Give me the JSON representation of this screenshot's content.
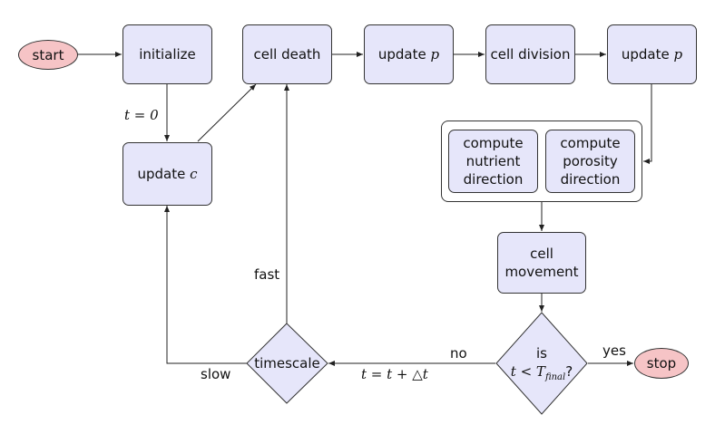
{
  "nodes": {
    "start": "start",
    "initialize": "initialize",
    "cell_death": "cell death",
    "update_p_1": {
      "text": "update ",
      "var": "p"
    },
    "cell_division": "cell division",
    "update_p_2": {
      "text": "update ",
      "var": "p"
    },
    "update_c": {
      "text": "update ",
      "var": "c"
    },
    "compute_nutrient": [
      "compute",
      "nutrient",
      "direction"
    ],
    "compute_porosity": [
      "compute",
      "porosity",
      "direction"
    ],
    "cell_movement": [
      "cell",
      "movement"
    ],
    "decision": {
      "line1": "is",
      "line2": "t < T",
      "sub": "final",
      "suffix": "?"
    },
    "timescale": "timescale",
    "stop": "stop"
  },
  "edge_labels": {
    "t0": "t = 0",
    "fast": "fast",
    "slow": "slow",
    "no": "no",
    "yes": "yes",
    "t_update": "t = t + △t"
  }
}
